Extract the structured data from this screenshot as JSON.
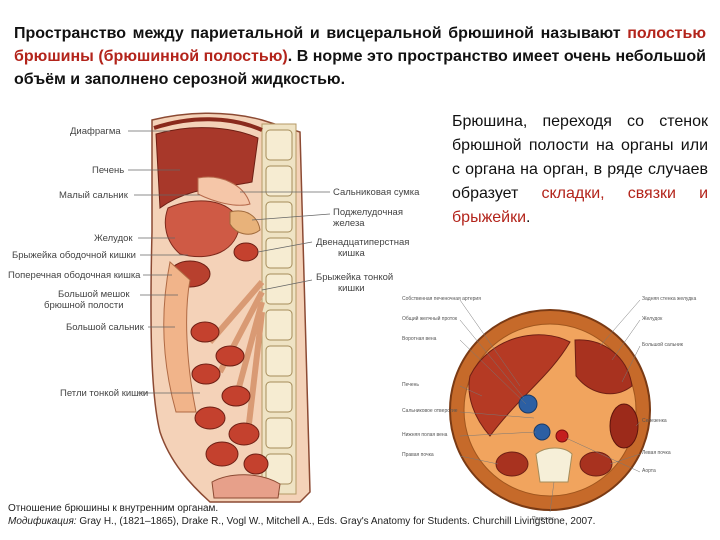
{
  "intro": {
    "p1": "Пространство между париетальной и висцеральной брюшиной называют ",
    "p2": "полостью брюшины (брюшинной полостью)",
    "p3": ". В норме  это пространство имеет очень небольшой объём и заполнено серозной жидкостью."
  },
  "side": {
    "p1": "Брюшина, переходя со стенок брюшной полости  на органы или с органа на орган, в ряде случаев  образует  ",
    "p2": "складки, связки и брыжейки",
    "p3": "."
  },
  "sagittal_labels": {
    "diaphragm": "Диафрагма",
    "liver": "Печень",
    "lesser_omentum": "Малый сальник",
    "stomach": "Желудок",
    "mesocolon": "Брыжейка ободочной кишки",
    "transverse_colon": "Поперечная ободочная кишка",
    "greater_sac_1": "Большой мешок",
    "greater_sac_2": "брюшной полости",
    "greater_omentum": "Большой сальник",
    "small_intestine_loops": "Петли тонкой кишки",
    "omental_bursa": "Сальниковая сумка",
    "pancreas_1": "Поджелудочная",
    "pancreas_2": "железа",
    "duodenum_1": "Двенадцатиперстная",
    "duodenum_2": "кишка",
    "mesentery_1": "Брыжейка тонкой",
    "mesentery_2": "кишки"
  },
  "axial_labels": {
    "l1": "Собственная печеночная артерия",
    "l2": "Общий желчный проток",
    "l3": "Воротная вена",
    "l4": "Печень",
    "l5": "Сальниковое отверстие",
    "l6": "Нижняя полая вена",
    "l7": "Правая почка",
    "r1": "Задняя стенка желудка",
    "r2": "Желудок",
    "r3": "Большой сальник",
    "r4": "Селезенка",
    "r5": "Левая почка",
    "r6": "Аорта",
    "r7": "Позвонок"
  },
  "footer": {
    "line1": "Отношение брюшины к внутренним органам.",
    "line2a": "Модификация:",
    "line2b": " Gray H., (1821–1865), Drake R., Vogl W., Mitchell A., Eds. Gray's Anatomy for Students. Churchill Livingstone, 2007."
  },
  "colors": {
    "accent": "#b3241b",
    "organ": "#c4412e",
    "peritoneum": "#e8a07c",
    "bone": "#f2e6c8"
  }
}
